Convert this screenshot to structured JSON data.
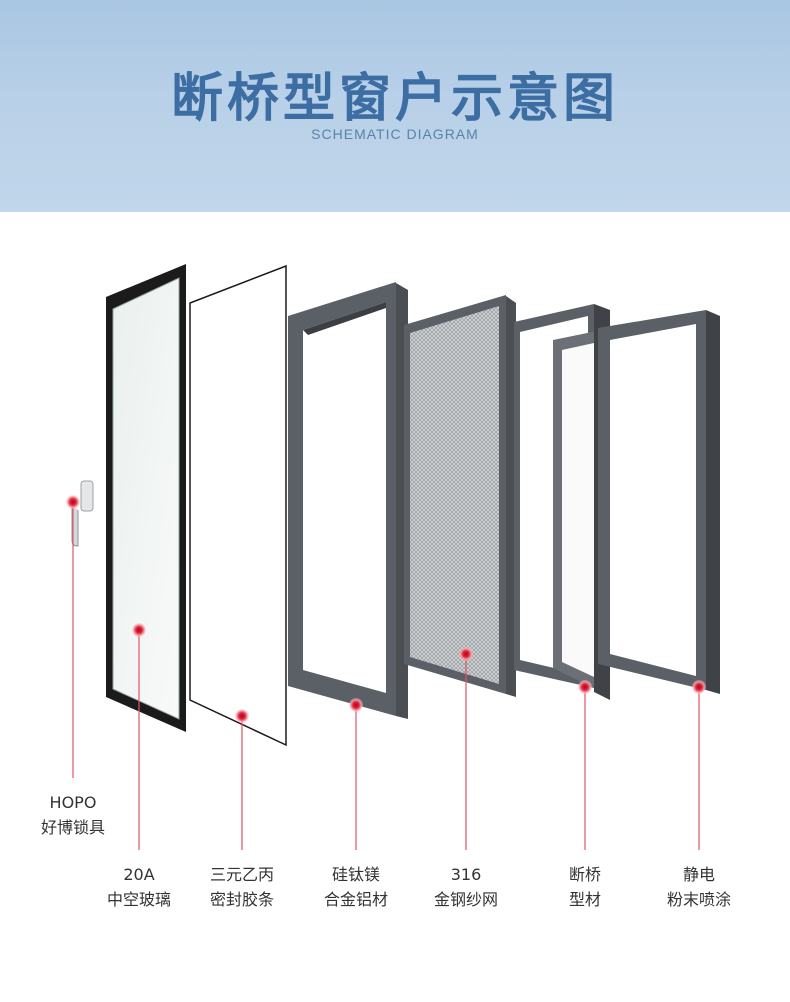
{
  "header": {
    "title": "断桥型窗户示意图",
    "subtitle": "SCHEMATIC DIAGRAM",
    "background_color": "#b4cde6",
    "title_color": "#3d6ea3"
  },
  "components": [
    {
      "id": "handle",
      "line1": "HOPO",
      "line2": "好博锁具"
    },
    {
      "id": "glass",
      "line1": "20A",
      "line2": "中空玻璃"
    },
    {
      "id": "seal",
      "line1": "三元乙丙",
      "line2": "密封胶条"
    },
    {
      "id": "alloy",
      "line1": "硅钛镁",
      "line2": "合金铝材"
    },
    {
      "id": "screen",
      "line1": "316",
      "line2": "金钢纱网"
    },
    {
      "id": "profile",
      "line1": "断桥",
      "line2": "型材"
    },
    {
      "id": "coating",
      "line1": "静电",
      "line2": "粉末喷涂"
    }
  ],
  "marker_color": "#d8263a"
}
